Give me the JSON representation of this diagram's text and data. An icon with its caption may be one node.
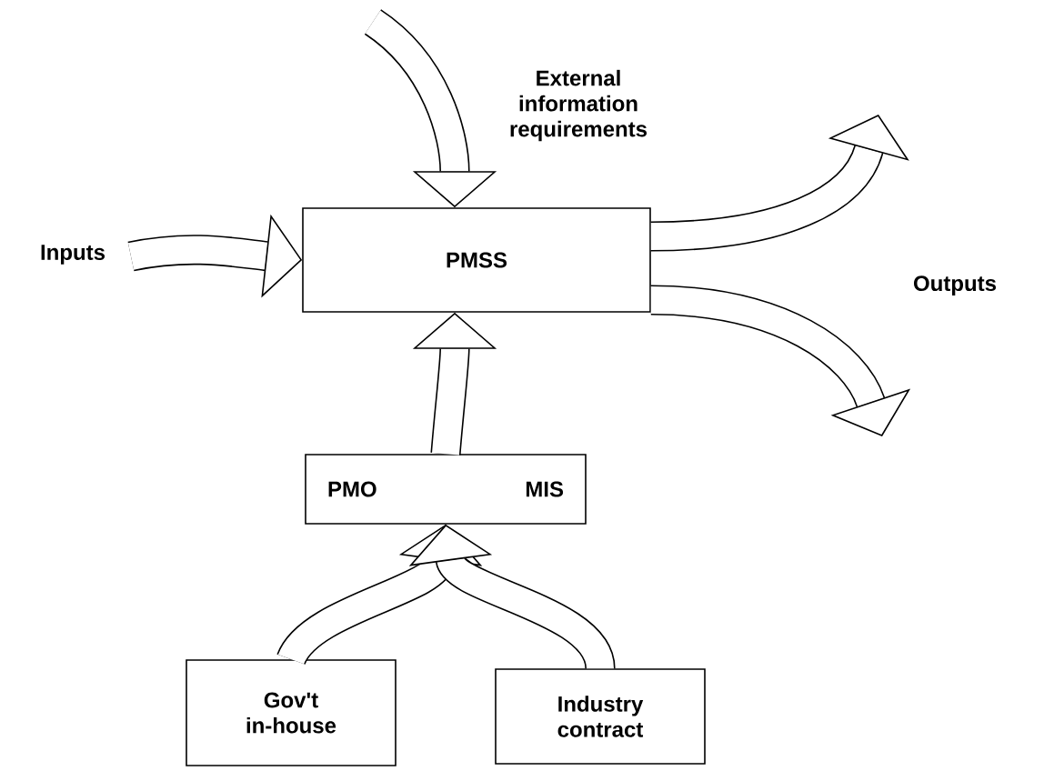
{
  "diagram": {
    "nodes": [
      {
        "text": [
          "PMSS"
        ]
      },
      {
        "text": [
          "PMO",
          "MIS"
        ]
      },
      {
        "text": [
          "Gov't in-house"
        ]
      },
      {
        "text": [
          "Industry contract"
        ]
      }
    ],
    "edges": [
      {
        "from": null,
        "to": 0,
        "arrow": "to",
        "label": "Inputs"
      },
      {
        "from": null,
        "to": 0,
        "arrow": "to",
        "label": "External information requirements"
      },
      {
        "from": 0,
        "to": null,
        "arrow": "to"
      },
      {
        "from": 0,
        "to": null,
        "arrow": "to"
      },
      {
        "from": 1,
        "to": 0,
        "arrow": "to"
      },
      {
        "from": 2,
        "to": 1,
        "arrow": "to"
      },
      {
        "from": 3,
        "to": 1,
        "arrow": "to"
      }
    ],
    "labels": [
      "Outputs"
    ]
  }
}
